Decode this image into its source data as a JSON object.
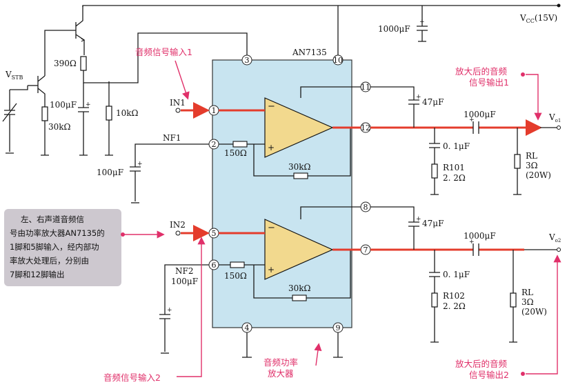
{
  "chip_name": "AN7135",
  "supply": {
    "vcc": "V",
    "vcc_sub": "CC",
    "vcc_val": "(15V)",
    "stb": "V",
    "stb_sub": "STB"
  },
  "pins": [
    "1",
    "2",
    "3",
    "4",
    "5",
    "6",
    "7",
    "8",
    "9",
    "10",
    "11",
    "12"
  ],
  "inputs": {
    "in1": "IN1",
    "in2": "IN2",
    "nf1": "NF1",
    "nf2": "NF2"
  },
  "outputs": {
    "vo1": "V",
    "vo1_sub": "o1",
    "vo2": "V",
    "vo2_sub": "o2"
  },
  "components": {
    "r390": "390Ω",
    "c100_top": "100μF",
    "r30k_top": "30kΩ",
    "r10k": "10kΩ",
    "c1000_top": "1000μF",
    "c100_nf1": "100μF",
    "c100_nf2": "100μF",
    "r150_1": "150Ω",
    "r150_2": "150Ω",
    "r30k_1": "30kΩ",
    "r30k_2": "30kΩ",
    "c47_1": "47μF",
    "c47_2": "47μF",
    "c1000_o1": "1000μF",
    "c1000_o2": "1000μF",
    "c01_1": "0. 1μF",
    "c01_2": "0. 1μF",
    "r101": "R101",
    "r101_val": "2. 2Ω",
    "r102": "R102",
    "r102_val": "2. 2Ω",
    "rl1": "RL",
    "rl1_val": "3Ω",
    "rl1_w": "(20W)",
    "rl2": "RL",
    "rl2_val": "3Ω",
    "rl2_w": "(20W)"
  },
  "annotations": {
    "audio_in1": "音频信号输入1",
    "audio_in2": "音频信号输入2",
    "out1_line1": "放大后的音频",
    "out1_line2": "信号输出1",
    "out2_line1": "放大后的音频",
    "out2_line2": "信号输出2",
    "amp_line1": "音频功率",
    "amp_line2": "放大器"
  },
  "note": {
    "lines": [
      "左、右声道音频信",
      "号由功率放大器AN7135的",
      "1脚和5脚输入，经内部功",
      "率放大处理后，分别由",
      "7脚和12脚输出"
    ]
  },
  "colors": {
    "chip_fill": "#c8e4f0",
    "amp_fill": "#f2d98e",
    "signal": "#e43c2c",
    "annotation": "#e0306a",
    "note_bg": "#cdc8cf"
  }
}
